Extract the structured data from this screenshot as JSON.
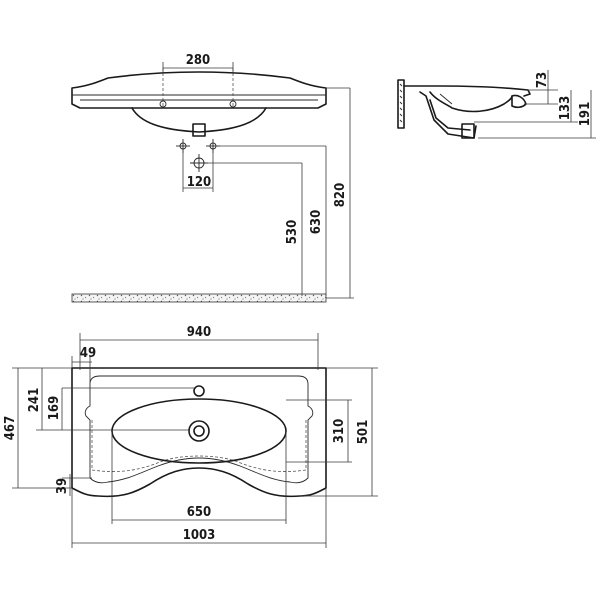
{
  "front_view": {
    "dim_tap_spacing": "280",
    "dim_waste_spacing": "120",
    "dim_height_530": "530",
    "dim_height_630": "630",
    "dim_height_820": "820"
  },
  "side_view": {
    "dim_73": "73",
    "dim_133": "133",
    "dim_191": "191"
  },
  "top_view": {
    "dim_940": "940",
    "dim_49": "49",
    "dim_241": "241",
    "dim_169": "169",
    "dim_467": "467",
    "dim_39": "39",
    "dim_310": "310",
    "dim_501": "501",
    "dim_650": "650",
    "dim_1003": "1003"
  }
}
